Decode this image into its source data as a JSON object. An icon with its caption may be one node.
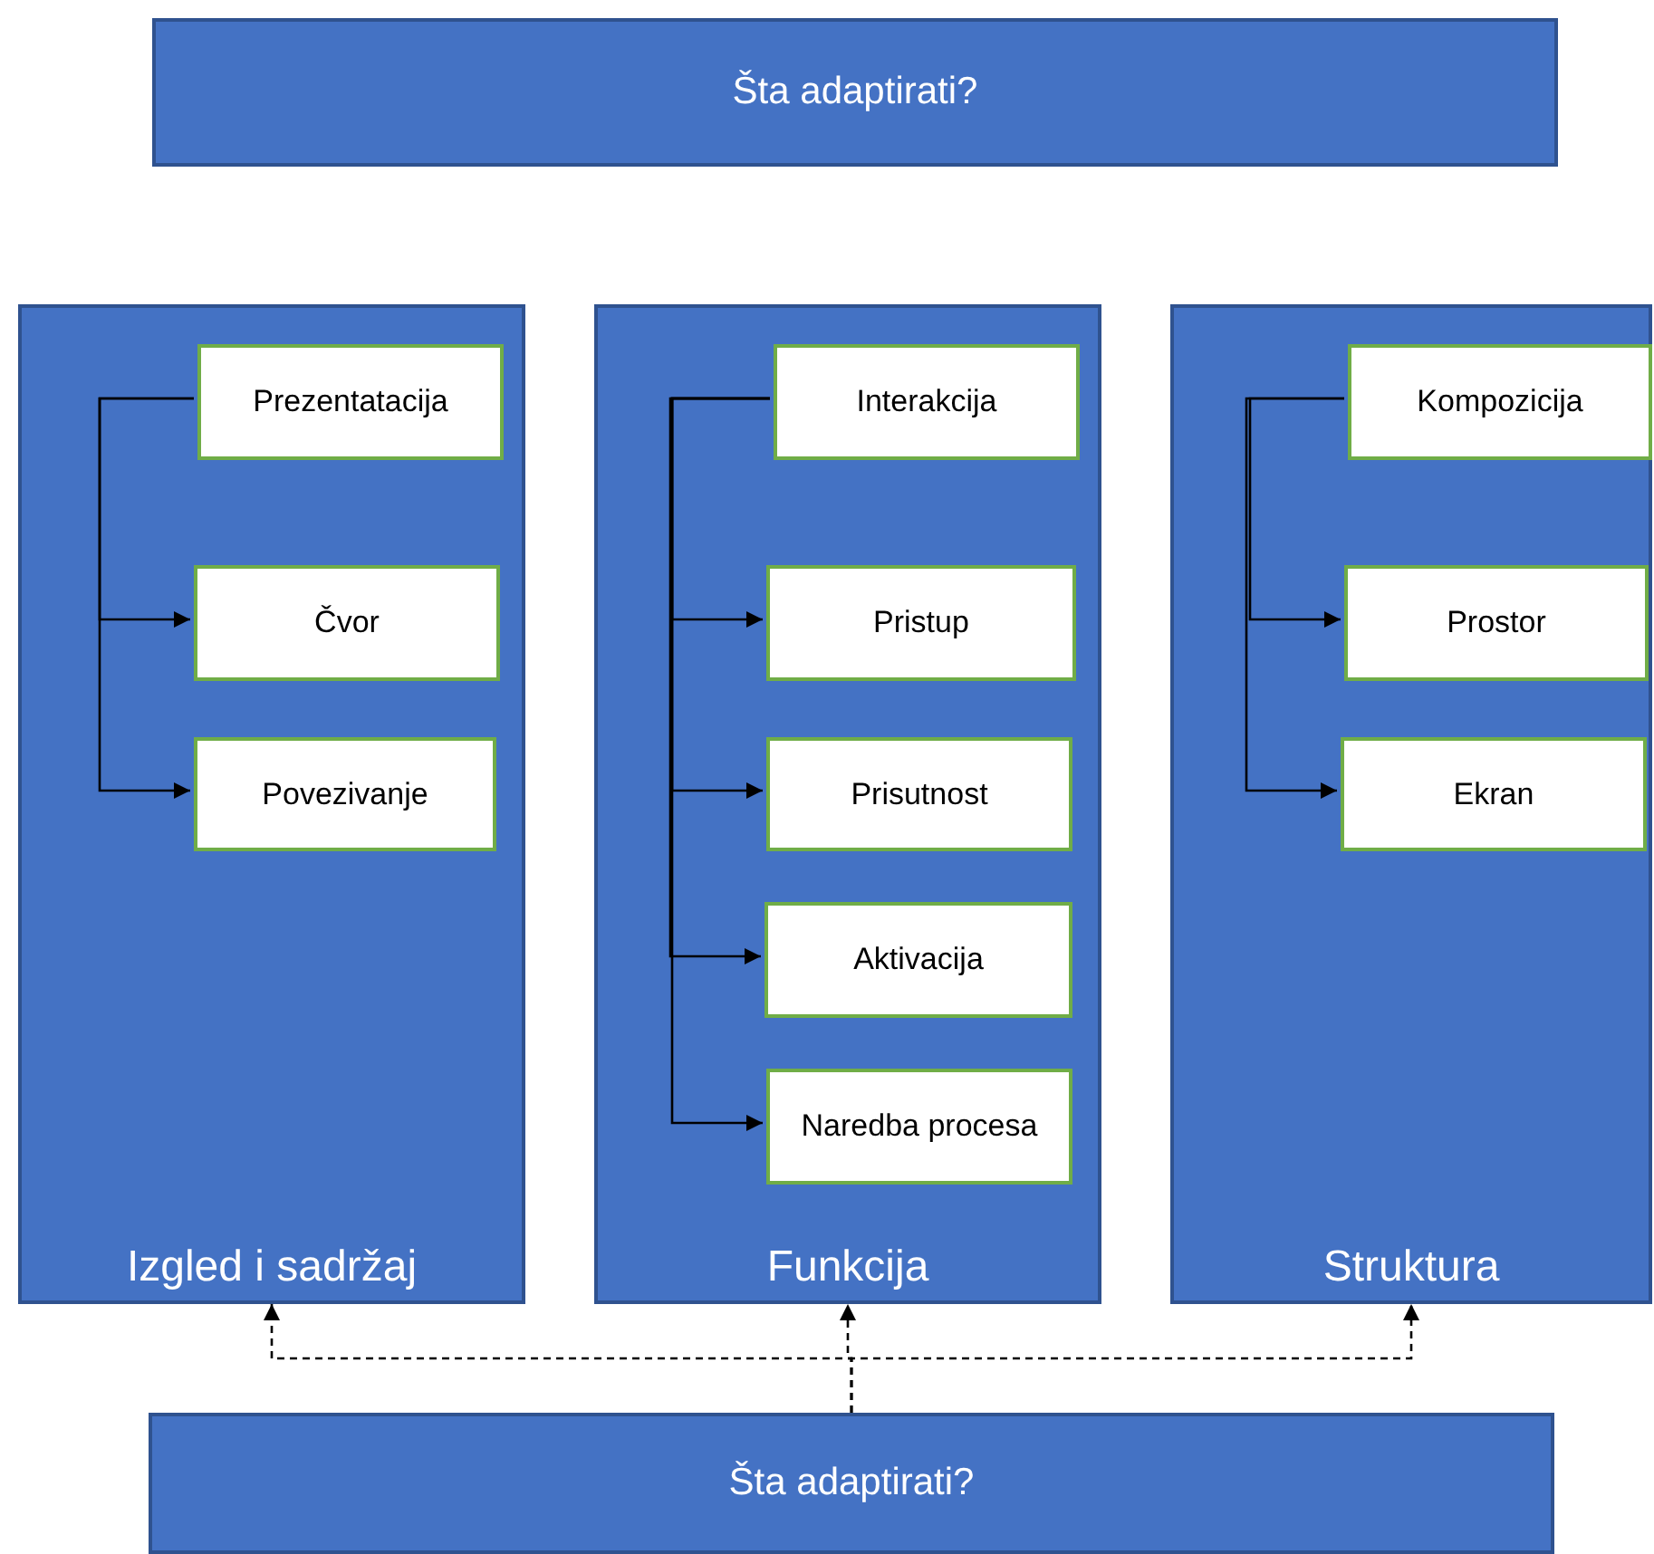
{
  "diagram": {
    "nodes": [
      {
        "text": [
          "Šta adaptirati?"
        ]
      },
      {
        "text": [
          "Izgled i sadržaj"
        ]
      },
      {
        "text": [
          "Prezentatacija"
        ],
        "in": 1
      },
      {
        "text": [
          "Čvor"
        ],
        "in": 1
      },
      {
        "text": [
          "Povezivanje"
        ],
        "in": 1
      },
      {
        "text": [
          "Funkcija"
        ]
      },
      {
        "text": [
          "Interakcija"
        ],
        "in": 5
      },
      {
        "text": [
          "Pristup"
        ],
        "in": 5
      },
      {
        "text": [
          "Prisutnost"
        ],
        "in": 5
      },
      {
        "text": [
          "Aktivacija"
        ],
        "in": 5
      },
      {
        "text": [
          "Naredba procesa"
        ],
        "in": 5
      },
      {
        "text": [
          "Struktura"
        ]
      },
      {
        "text": [
          "Kompozicija"
        ],
        "in": 11
      },
      {
        "text": [
          "Prostor"
        ],
        "in": 11
      },
      {
        "text": [
          "Ekran"
        ],
        "in": 11
      },
      {
        "text": [
          "Šta adaptirati?"
        ]
      }
    ],
    "edges": [
      {
        "from": 2,
        "to": 3,
        "arrow": "to"
      },
      {
        "from": 2,
        "to": 4,
        "arrow": "to"
      },
      {
        "from": 6,
        "to": 7,
        "arrow": "to"
      },
      {
        "from": 6,
        "to": 8,
        "arrow": "to"
      },
      {
        "from": 6,
        "to": 9,
        "arrow": "to"
      },
      {
        "from": 6,
        "to": 10,
        "arrow": "to"
      },
      {
        "from": 12,
        "to": 13,
        "arrow": "to"
      },
      {
        "from": 12,
        "to": 14,
        "arrow": "to"
      },
      {
        "from": 15,
        "to": 1,
        "arrow": "to",
        "style": "dashed"
      },
      {
        "from": 15,
        "to": 5,
        "arrow": "to",
        "style": "dashed"
      },
      {
        "from": 15,
        "to": 11,
        "arrow": "to",
        "style": "dashed"
      }
    ]
  }
}
